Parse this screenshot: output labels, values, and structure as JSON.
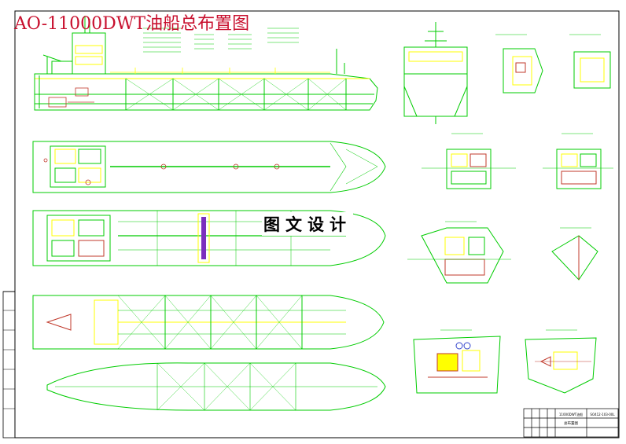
{
  "title": "AO-11000DWT油船总布置图",
  "watermark": "图文设计",
  "colors": {
    "frame": "#000000",
    "line": "#00cc00",
    "deck": "#ffff00",
    "detail": "#c0392b",
    "title": "#c8102e",
    "purple": "#7b2fbe"
  },
  "title_block": {
    "drawing_no": "SO412-103-00L",
    "project": "11000DWT油船",
    "name": "总布置图"
  }
}
